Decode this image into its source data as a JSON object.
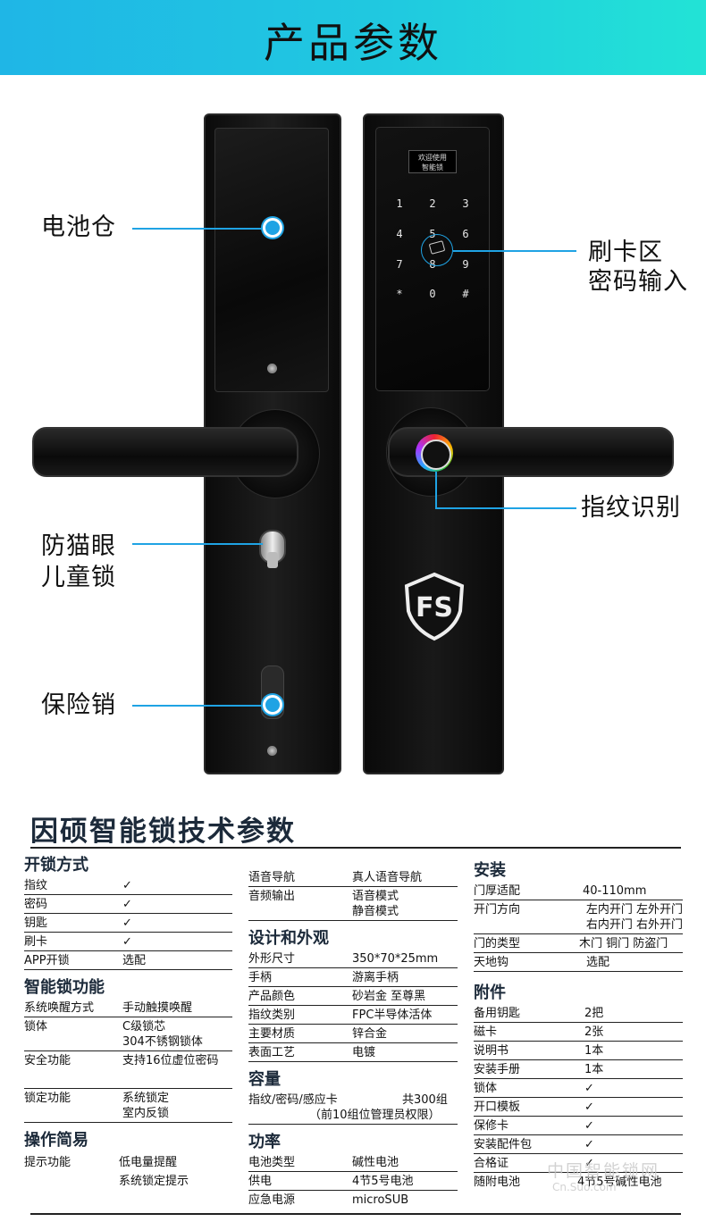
{
  "banner": {
    "title": "产品参数"
  },
  "callouts": {
    "battery": "电池仓",
    "anti_peep_1": "防猫眼",
    "anti_peep_2": "儿童锁",
    "safety": "保险销",
    "card_1": "刷卡区",
    "card_2": "密码输入",
    "fingerprint": "指纹识别"
  },
  "oled": {
    "line1": "欢迎使用",
    "line2": "智能锁"
  },
  "keypad": [
    "1",
    "2",
    "3",
    "4",
    "5",
    "6",
    "7",
    "8",
    "9",
    "*",
    "0",
    "#"
  ],
  "brand_logo": "FS",
  "spec": {
    "title": "因硕智能锁技术参数",
    "col1": {
      "s1": {
        "title": "开锁方式",
        "rows": [
          {
            "k": "指纹",
            "v": "✓"
          },
          {
            "k": "密码",
            "v": "✓"
          },
          {
            "k": "钥匙",
            "v": "✓"
          },
          {
            "k": "刷卡",
            "v": "✓"
          },
          {
            "k": "APP开锁",
            "v": "选配"
          }
        ]
      },
      "s2": {
        "title": "智能锁功能",
        "rows": [
          {
            "k": "系统唤醒方式",
            "v": "手动触摸唤醒"
          },
          {
            "k": "锁体",
            "v": "C级锁芯",
            "v2": "304不锈钢锁体"
          },
          {
            "k": "安全功能",
            "v": "支持16位虚位密码"
          },
          {
            "k": "锁定功能",
            "v": "系统锁定",
            "v2": "室内反锁"
          }
        ]
      },
      "s3": {
        "title": "操作简易",
        "rows": [
          {
            "k": "提示功能",
            "v": "低电量提醒",
            "v2": "系统锁定提示"
          }
        ]
      }
    },
    "col2": {
      "s0": {
        "rows": [
          {
            "k": "语音导航",
            "v": "真人语音导航"
          },
          {
            "k": "音频输出",
            "v": "语音模式",
            "v2": "静音模式"
          }
        ]
      },
      "s1": {
        "title": "设计和外观",
        "rows": [
          {
            "k": "外形尺寸",
            "v": "350*70*25mm"
          },
          {
            "k": "手柄",
            "v": "游离手柄"
          },
          {
            "k": "产品颜色",
            "v": "砂岩金 至尊黑"
          },
          {
            "k": "指纹类别",
            "v": "FPC半导体活体"
          },
          {
            "k": "主要材质",
            "v": "锌合金"
          },
          {
            "k": "表面工艺",
            "v": "电镀"
          }
        ]
      },
      "s2": {
        "title": "容量",
        "rows": [
          {
            "k": "指纹/密码/感应卡",
            "v": "共300组",
            "v2": "（前10组位管理员权限）"
          }
        ]
      },
      "s3": {
        "title": "功率",
        "rows": [
          {
            "k": "电池类型",
            "v": "碱性电池"
          },
          {
            "k": "供电",
            "v": "4节5号电池"
          },
          {
            "k": "应急电源",
            "v": "microSUB"
          }
        ]
      }
    },
    "col3": {
      "s1": {
        "title": "安装",
        "rows": [
          {
            "k": "门厚适配",
            "v": "40-110mm"
          },
          {
            "k": "开门方向",
            "v": "左内开门 左外开门",
            "v2": "右内开门 右外开门"
          },
          {
            "k": "门的类型",
            "v": "木门 铜门 防盗门"
          },
          {
            "k": "天地钩",
            "v": "选配"
          }
        ]
      },
      "s2": {
        "title": "附件",
        "rows": [
          {
            "k": "备用钥匙",
            "v": "2把"
          },
          {
            "k": "磁卡",
            "v": "2张"
          },
          {
            "k": "说明书",
            "v": "1本"
          },
          {
            "k": "安装手册",
            "v": "1本"
          },
          {
            "k": "锁体",
            "v": "✓"
          },
          {
            "k": "开口模板",
            "v": "✓"
          },
          {
            "k": "保修卡",
            "v": "✓"
          },
          {
            "k": "安装配件包",
            "v": "✓"
          },
          {
            "k": "合格证",
            "v": "✓"
          },
          {
            "k": "随附电池",
            "v": "4节5号碱性电池"
          }
        ]
      }
    }
  },
  "watermark": {
    "line1": "中国智能锁网",
    "line2": "Cn.Suo.com"
  }
}
